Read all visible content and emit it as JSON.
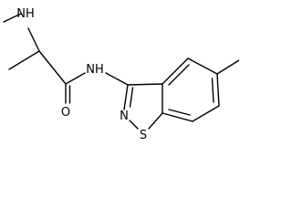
{
  "molecule": {
    "atom_labels": {
      "nh_amine": "NH",
      "nh_amide": "NH",
      "o": "O",
      "n_ring": "N",
      "s_ring": "S"
    }
  }
}
